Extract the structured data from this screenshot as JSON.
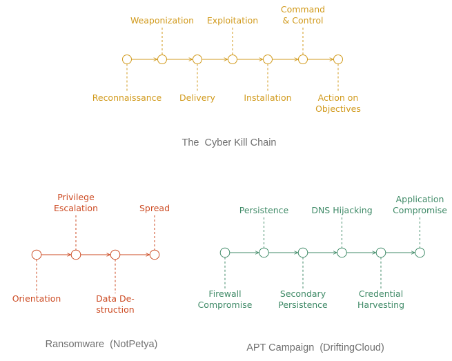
{
  "diagrams": [
    {
      "id": "kill-chain",
      "title": "The  Cyber Kill Chain",
      "color": "#d19a1c",
      "nodes": [
        {
          "label": [
            "Reconnaissance"
          ],
          "side": "below"
        },
        {
          "label": [
            "Weaponization"
          ],
          "side": "above"
        },
        {
          "label": [
            "Delivery"
          ],
          "side": "below"
        },
        {
          "label": [
            "Exploitation"
          ],
          "side": "above"
        },
        {
          "label": [
            "Installation"
          ],
          "side": "below"
        },
        {
          "label": [
            "Command",
            "& Control"
          ],
          "side": "above"
        },
        {
          "label": [
            "Action on",
            "Objectives"
          ],
          "side": "below"
        }
      ]
    },
    {
      "id": "ransomware",
      "title": "Ransomware  (NotPetya)",
      "color": "#cc4a22",
      "nodes": [
        {
          "label": [
            "Orientation"
          ],
          "side": "below"
        },
        {
          "label": [
            "Privilege",
            "Escalation"
          ],
          "side": "above"
        },
        {
          "label": [
            "Data De-",
            "struction"
          ],
          "side": "below"
        },
        {
          "label": [
            "Spread"
          ],
          "side": "above"
        }
      ]
    },
    {
      "id": "apt",
      "title": "APT Campaign  (DriftingCloud)",
      "color": "#3f8a67",
      "nodes": [
        {
          "label": [
            "Firewall",
            "Compromise"
          ],
          "side": "below"
        },
        {
          "label": [
            "Persistence"
          ],
          "side": "above"
        },
        {
          "label": [
            "Secondary",
            "Persistence"
          ],
          "side": "below"
        },
        {
          "label": [
            "DNS Hijacking"
          ],
          "side": "above"
        },
        {
          "label": [
            "Credential",
            "Harvesting"
          ],
          "side": "below"
        },
        {
          "label": [
            "Application",
            "Compromise"
          ],
          "side": "above"
        }
      ]
    }
  ]
}
